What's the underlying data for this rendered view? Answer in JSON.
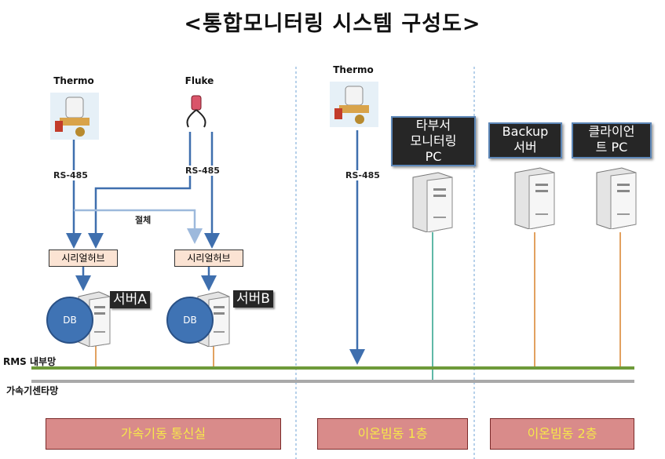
{
  "title": "<통합모니터링 시스템 구성도>",
  "devices": {
    "thermo_a": "Thermo",
    "fluke": "Fluke",
    "thermo_b": "Thermo"
  },
  "links": {
    "rs485_1": "RS-485",
    "rs485_2": "RS-485",
    "rs485_3": "RS-485",
    "switch": "절체"
  },
  "hubs": {
    "hub_a": "시리얼허브",
    "hub_b": "시리얼허브"
  },
  "servers": {
    "server_a": "서버A",
    "server_b": "서버B",
    "db_a": "DB",
    "db_b": "DB",
    "other_dept": [
      "타부서",
      "모니터링",
      "PC"
    ],
    "backup": [
      "Backup",
      "서버"
    ],
    "client": [
      "클라이언",
      "트 PC"
    ]
  },
  "networks": {
    "rms": "RMS 내부망",
    "accel": "가속기센타망"
  },
  "locations": {
    "loc1": "가속기동 통신실",
    "loc2": "이온빔동 1층",
    "loc3": "이온빔동 2층"
  },
  "colors": {
    "arrow_blue": "#3f6fae",
    "arrow_light": "#9db9dc",
    "rms_line": "#6e9a3a",
    "accel_line": "#a9a9a9",
    "orange": "#d9822b",
    "teal": "#2aa08a"
  }
}
